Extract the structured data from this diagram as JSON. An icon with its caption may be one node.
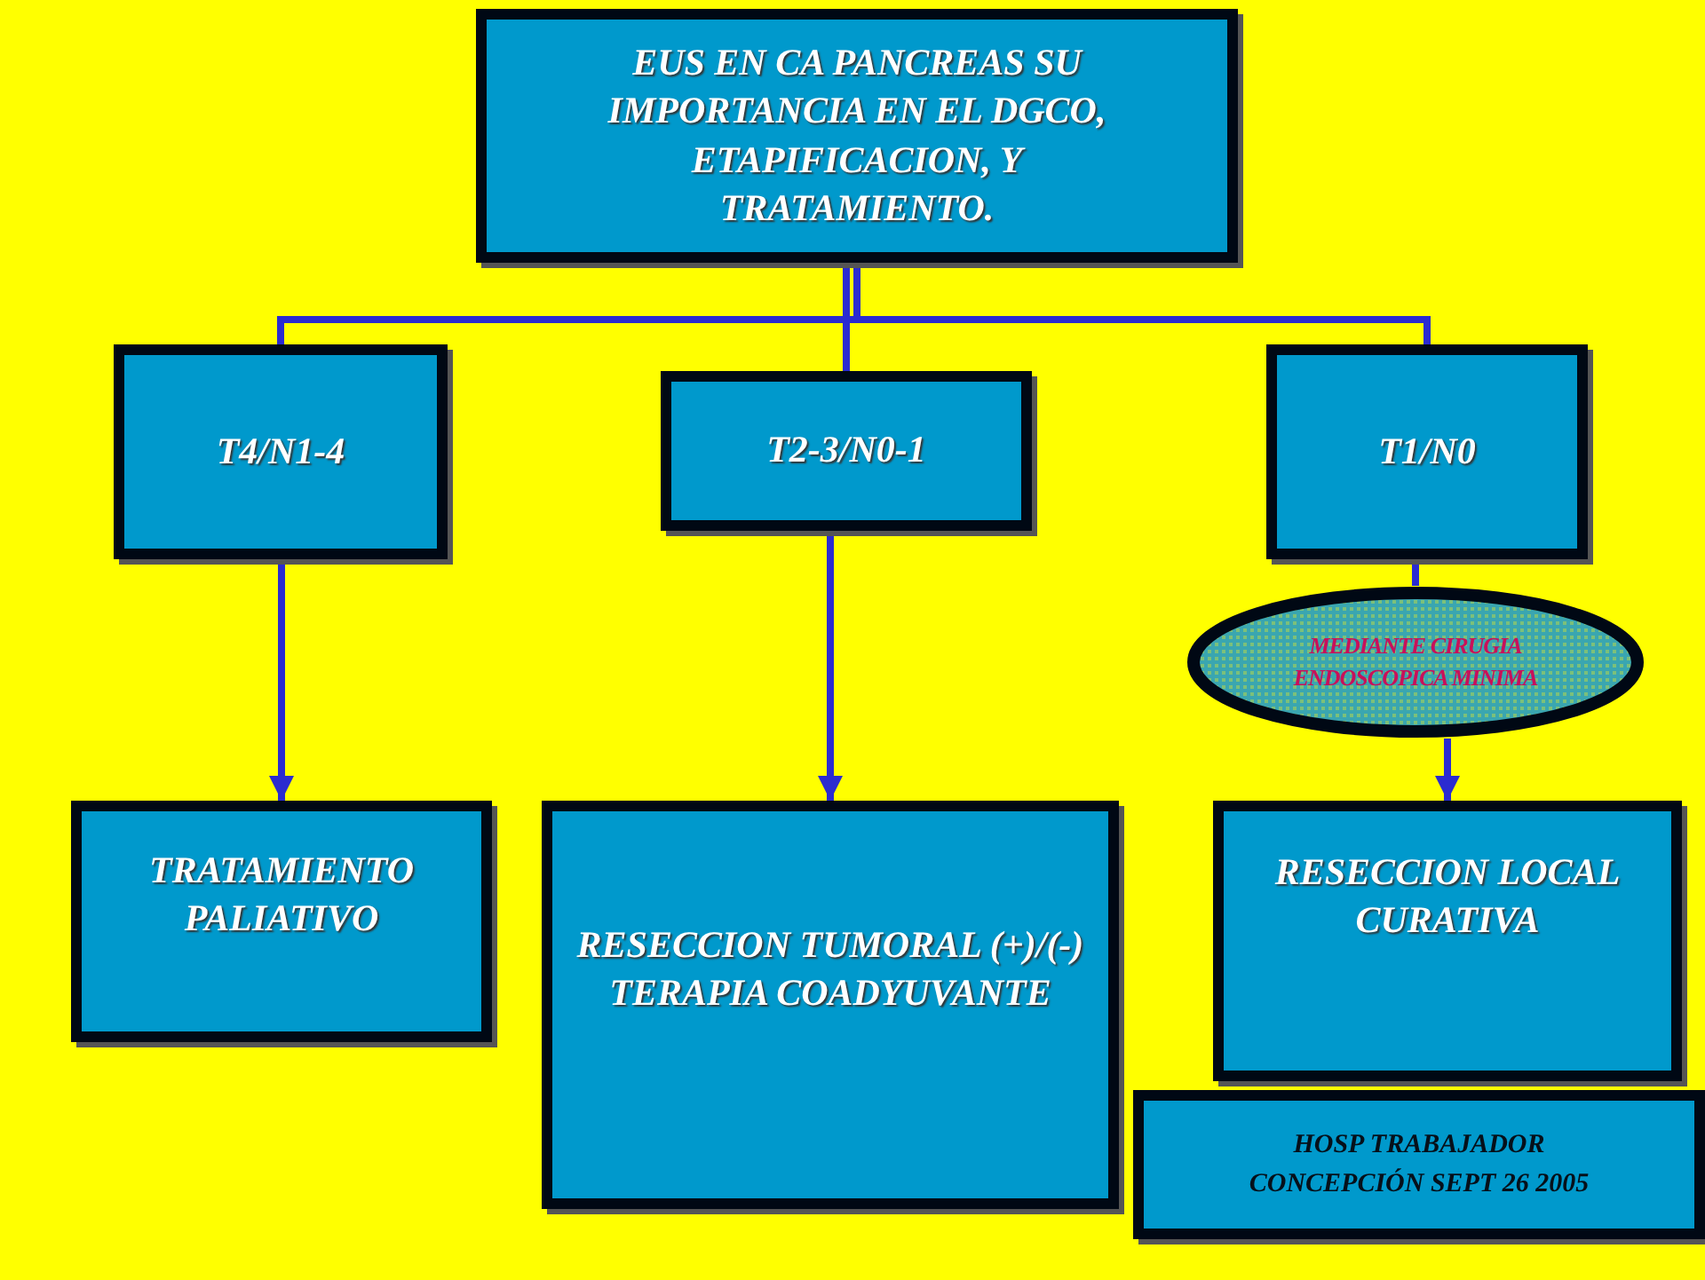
{
  "diagram": {
    "nodes": [
      {
        "text": [
          "EUS EN CA PANCREAS SU IMPORTANCIA EN EL DGCO, ETAPIFICACION, Y TRATAMIENTO."
        ]
      },
      {
        "text": [
          "T4/N1-4"
        ]
      },
      {
        "text": [
          "T2-3/N0-1"
        ]
      },
      {
        "text": [
          "T1/N0"
        ]
      },
      {
        "text": [
          "MEDIANTE CIRUGIA ENDOSCOPICA MINIMA"
        ]
      },
      {
        "text": [
          "TRATAMIENTO PALIATIVO"
        ]
      },
      {
        "text": [
          "RESECCION TUMORAL (+)/(-) TERAPIA COADYUVANTE"
        ]
      },
      {
        "text": [
          "RESECCION LOCAL CURATIVA"
        ]
      },
      {
        "text": [
          "HOSP TRABAJADOR CONCEPCIÓN SEPT 26 2005"
        ]
      }
    ],
    "edges": [
      {
        "from": 0,
        "to": 1,
        "arrow": "none"
      },
      {
        "from": 0,
        "to": 2,
        "arrow": "none"
      },
      {
        "from": 0,
        "to": 3,
        "arrow": "none"
      },
      {
        "from": 1,
        "to": 5,
        "arrow": "to"
      },
      {
        "from": 2,
        "to": 6,
        "arrow": "to"
      },
      {
        "from": 3,
        "to": 4,
        "arrow": "none"
      },
      {
        "from": 4,
        "to": 7,
        "arrow": "to"
      }
    ]
  }
}
